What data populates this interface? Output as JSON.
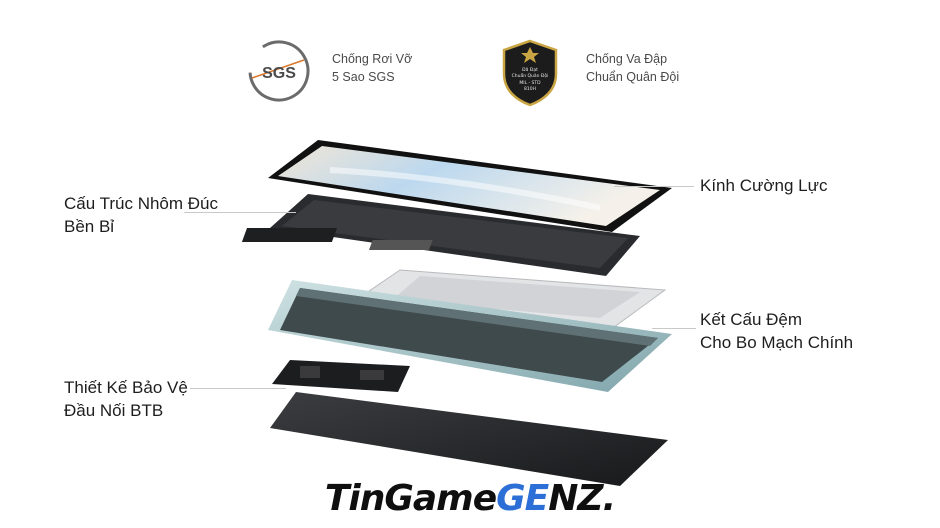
{
  "badges": [
    {
      "icon": "sgs-drop-icon",
      "seal_text": "SGS",
      "line1": "Chống Rơi Vỡ",
      "line2": "5 Sao SGS"
    },
    {
      "icon": "military-shield-icon",
      "seal_lines": [
        "Đã Đạt",
        "Chuẩn Quân Đội",
        "MIL - STD",
        "810H"
      ],
      "line1": "Chống Va Đập",
      "line2": "Chuẩn Quân Đội"
    }
  ],
  "callouts": {
    "left_top": {
      "line1": "Cấu Trúc Nhôm Đúc",
      "line2": "Bền Bỉ"
    },
    "left_bottom": {
      "line1": "Thiết Kế Bảo Vệ",
      "line2": "Đầu Nối BTB"
    },
    "right_top": {
      "line1": "Kính Cường Lực"
    },
    "right_bottom": {
      "line1": "Kết Cấu Đệm",
      "line2": "Cho Bo Mạch Chính"
    }
  },
  "brand": {
    "part1": "TinGame",
    "accent": "GE",
    "part2": "NZ."
  },
  "colors": {
    "accent": "#2c6fd6",
    "screen_sky": "#a9cde8",
    "frame_teal": "#8fb3b8",
    "shield_gold": "#c9a543"
  }
}
